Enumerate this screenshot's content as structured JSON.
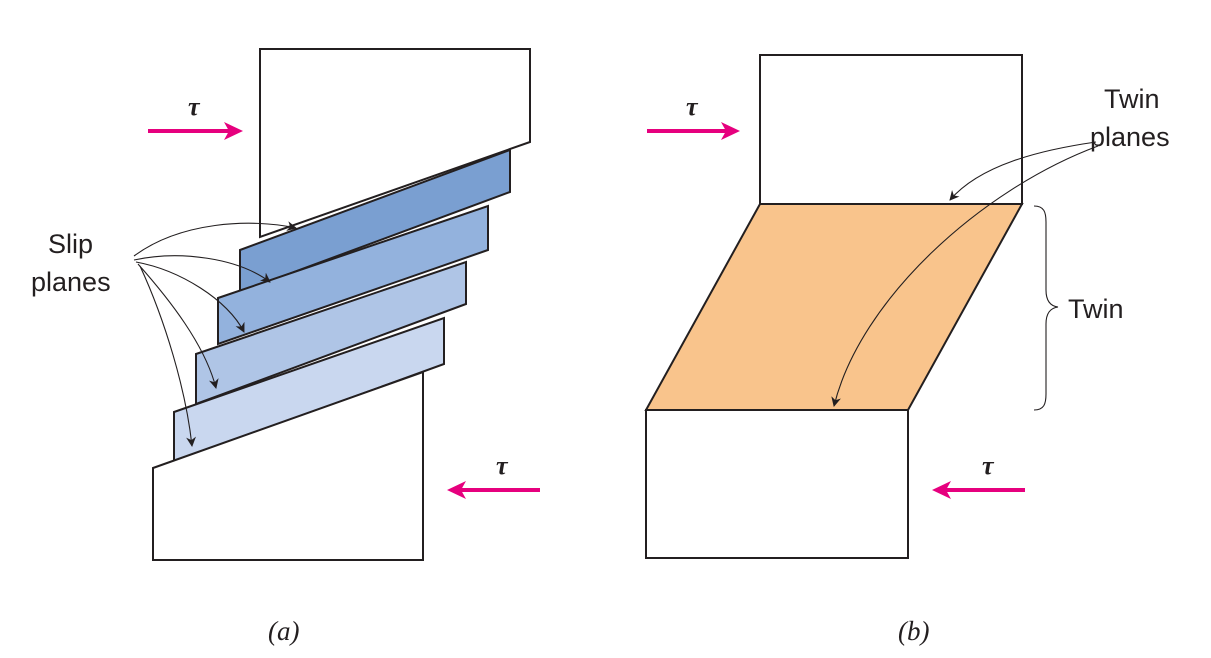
{
  "colors": {
    "stroke": "#231f20",
    "stress_arrow": "#e6007e",
    "slip_band_1": "#7a9fd1",
    "slip_band_2": "#93b2dd",
    "slip_band_3": "#afc5e6",
    "slip_band_4": "#c9d7ef",
    "twin_fill": "#f9c48c"
  },
  "panel_a": {
    "stress_symbol_top": "τ",
    "stress_symbol_bottom": "τ",
    "slip_label_line1": "Slip",
    "slip_label_line2": "planes",
    "caption": "(a)"
  },
  "panel_b": {
    "stress_symbol_top": "τ",
    "stress_symbol_bottom": "τ",
    "twin_planes_line1": "Twin",
    "twin_planes_line2": "planes",
    "twin_label": "Twin",
    "caption": "(b)"
  }
}
